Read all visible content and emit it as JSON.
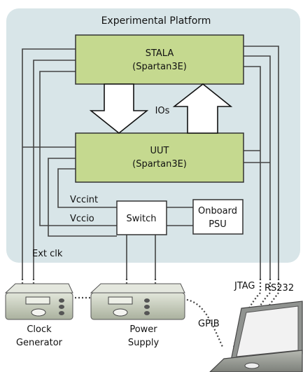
{
  "platform": {
    "title": "Experimental Platform"
  },
  "stala": {
    "line1": "STALA",
    "line2": "(Spartan3E)"
  },
  "uut": {
    "line1": "UUT",
    "line2": "(Spartan3E)"
  },
  "ios_label": "IOs",
  "vccint_label": "Vccint",
  "vccio_label": "Vccio",
  "switch_label": "Switch",
  "psu": {
    "line1": "Onboard",
    "line2": "PSU"
  },
  "extclk_label": "Ext clk",
  "jtag_label": "JTAG",
  "rs232_label": "RS232",
  "gpib_label": "GPIB",
  "clock_generator": {
    "line1": "Clock",
    "line2": "Generator"
  },
  "power_supply": {
    "line1": "Power",
    "line2": "Supply"
  },
  "colors": {
    "platform_bg": "#d8e5e8",
    "fpga_fill": "#c5d98f",
    "device_fill": "#cdd2c4",
    "line": "#444444"
  }
}
